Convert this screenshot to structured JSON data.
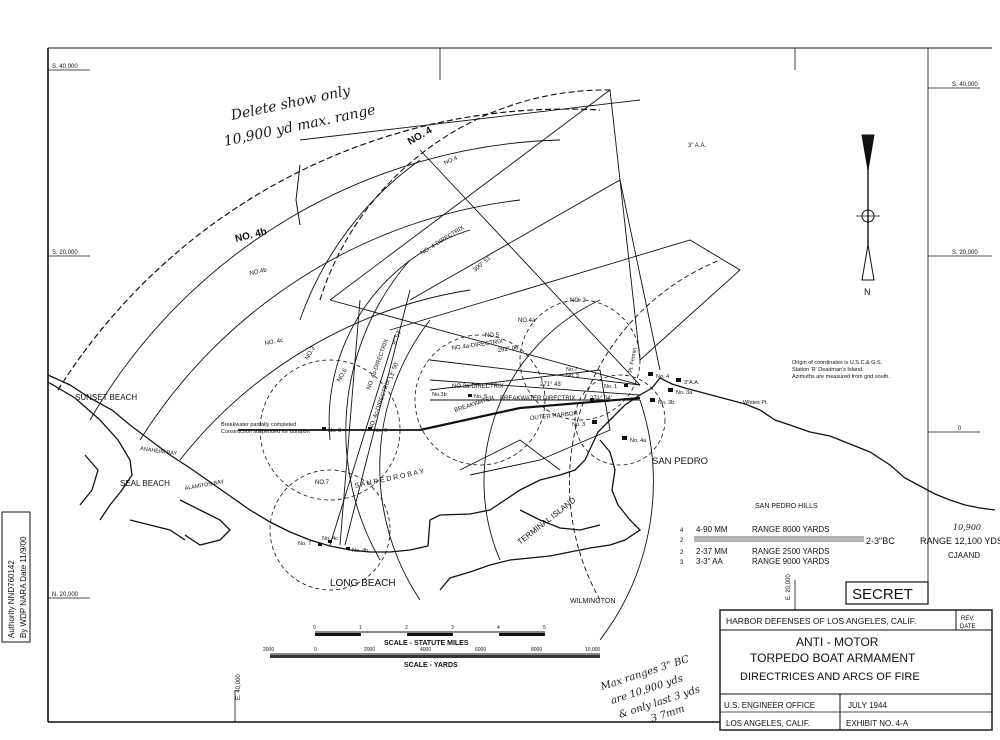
{
  "grid": {
    "left": [
      "S. 40,000",
      "S. 20,000",
      "N. 20,000"
    ],
    "right": [
      "S. 40,000",
      "S. 20,000",
      "0"
    ],
    "bottom": [
      "E. 40,000",
      "E. 20,000"
    ]
  },
  "places": {
    "sunset_beach": "SUNSET BEACH",
    "seal_beach": "SEAL BEACH",
    "anaheim_bay": "ANAHEIM BAY",
    "alamitos_bay": "ALAMITOS BAY",
    "long_beach": "LONG BEACH",
    "san_pedro": "SAN PEDRO",
    "san_pedro_hills": "SAN PEDRO HILLS",
    "terminal_island": "TERMINAL ISLAND",
    "wilmington": "WILMINGTON",
    "pt_fermin": "Pt. Fermin",
    "whites_pt": "Whites Pt.",
    "outer_harbor": "OUTER HARBOR",
    "breakwater": "BREAKWATER",
    "san_pedro_bay": "S A N   P E D R O   B A Y"
  },
  "arcs": {
    "no4": "NO. 4",
    "no4_small": "NO.4",
    "no4b": "NO. 4b",
    "no4b_small": "NO.4b",
    "no4c": "NO. 4c",
    "no2": "NO. 2",
    "no3": "NO.3",
    "no3a": "NO. 3a",
    "no5": "NO.5",
    "no6": "NO.6",
    "no7": "NO.7",
    "no4a": "NO.4a",
    "no4b_arc": "NO.4b",
    "aa3": "3\" A.A."
  },
  "directrices": {
    "no4": "NO. 4-DIRECTRIX",
    "no4_az": "300° 51'",
    "no4b": "NO. 4b-DIRECTRIX",
    "no4b_az": "8° 53'",
    "no4c": "NO. 4c-DIRECTRIX",
    "no4c_az": "13° 50'",
    "no4a": "NO.4a-DIRECTRIX",
    "no4a_az": "292° 06'",
    "no3a": "NO.3a-DIRECTRIX",
    "no3a_az": "271° 43'",
    "breakwater": "BREAKWATER DIRECTRIX",
    "breakwater_az": "271° 04'"
  },
  "stations": {
    "no4": "No. 4",
    "no4a": "No. 4a",
    "no3": "No. 3",
    "no3a": "No. 3a",
    "no3b": "No. 3b",
    "no5": "No. 5",
    "no6": "No. 6",
    "no7": "No. 7",
    "no8": "No. 8",
    "no1": "No. 1",
    "no2": "No. 2",
    "no4b": "No. 4b",
    "no4c": "No. 4c",
    "aa": "3\"A.A.",
    "no5b": "No. 5",
    "no7b": "No.7",
    "no3b_lbl": "No.3b"
  },
  "notes": {
    "origin": [
      "Origin of coordinates is U.S.C.& G.S.",
      "Station 'R' Deadman's Island.",
      "Azimuths are measured from grid south."
    ],
    "breakwater": [
      "Breakwater partially completed",
      "Construction suspended for duration"
    ]
  },
  "legend": [
    {
      "symbol": "4",
      "name": "4-90 MM",
      "range": "RANGE 8000 YARDS"
    },
    {
      "symbol": "2",
      "name": "2-3\"BC",
      "range": "RANGE 12,100 YDS"
    },
    {
      "symbol": "2",
      "name": "2-37 MM",
      "range": "RANGE 2500 YARDS"
    },
    {
      "symbol": "3",
      "name": "3-3\" AA",
      "range": "RANGE 9000 YARDS"
    }
  ],
  "legend_hand": {
    "top": "10,900",
    "bottom": "CJAAND"
  },
  "secret": "SECRET",
  "scale": {
    "miles_title": "SCALE - STATUTE MILES",
    "miles_ticks": [
      "0",
      "1",
      "2",
      "3",
      "4",
      "5"
    ],
    "yards_title": "SCALE - YARDS",
    "yards_ticks": [
      "2000",
      "0",
      "2000",
      "4000",
      "6000",
      "8000",
      "10,000"
    ]
  },
  "compass": {
    "north": "N"
  },
  "title_block": {
    "org": "HARBOR DEFENSES OF LOS ANGELES, CALIF.",
    "rev": "REV.",
    "date": "DATE",
    "title1": "ANTI - MOTOR",
    "title2": "TORPEDO BOAT ARMAMENT",
    "title3": "DIRECTRICES AND ARCS OF FIRE",
    "office1": "U.S. ENGINEER OFFICE",
    "office2": "LOS ANGELES, CALIF.",
    "month": "JULY 1944",
    "exhibit": "EXHIBIT NO. 4-A"
  },
  "handwriting": {
    "top": [
      "Delete show only",
      "10,900 yd max. range"
    ],
    "bottom": [
      "Max ranges 3\" BC",
      "are 10,900 yds",
      "& only last 3 yds",
      "3 7mm"
    ],
    "stamp": [
      "Authority NND760142",
      "By WDP NARA Date 11/9/00"
    ]
  },
  "colors": {
    "ink": "#111111",
    "paper": "#ffffff"
  }
}
